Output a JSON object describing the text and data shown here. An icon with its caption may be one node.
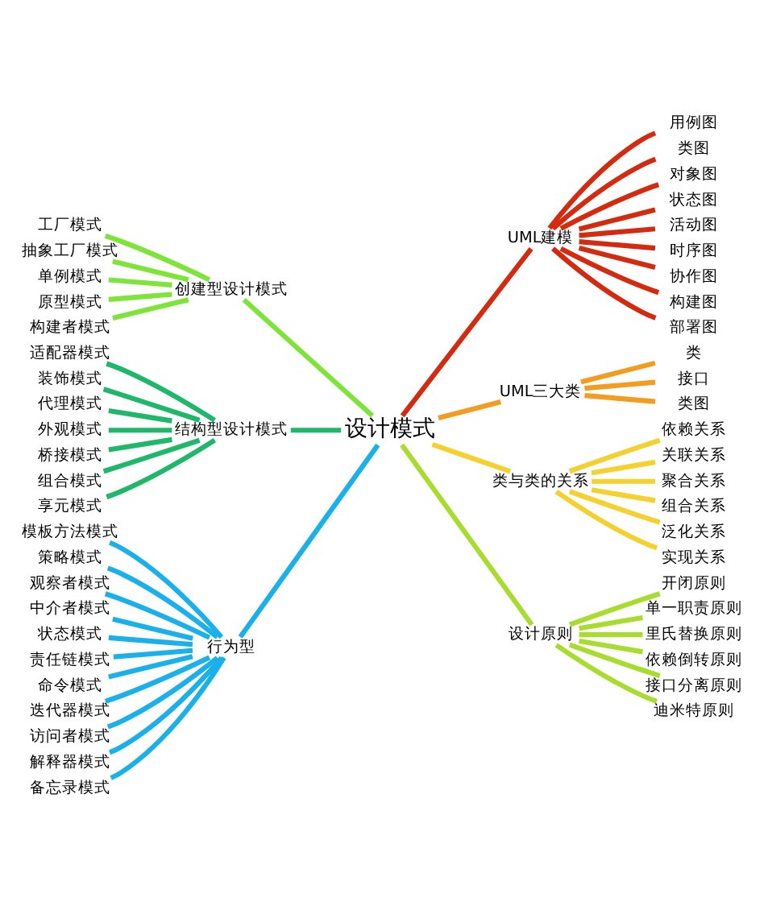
{
  "diagram": {
    "nodes": [
      {
        "text": [
          "设计模式"
        ]
      },
      {
        "text": [
          "创建型设计模式"
        ]
      },
      {
        "text": [
          "工厂模式"
        ]
      },
      {
        "text": [
          "抽象工厂模式"
        ]
      },
      {
        "text": [
          "单例模式"
        ]
      },
      {
        "text": [
          "原型模式"
        ]
      },
      {
        "text": [
          "构建者模式"
        ]
      },
      {
        "text": [
          "结构型设计模式"
        ]
      },
      {
        "text": [
          "适配器模式"
        ]
      },
      {
        "text": [
          "装饰模式"
        ]
      },
      {
        "text": [
          "代理模式"
        ]
      },
      {
        "text": [
          "外观模式"
        ]
      },
      {
        "text": [
          "桥接模式"
        ]
      },
      {
        "text": [
          "组合模式"
        ]
      },
      {
        "text": [
          "享元模式"
        ]
      },
      {
        "text": [
          "行为型"
        ]
      },
      {
        "text": [
          "模板方法模式"
        ]
      },
      {
        "text": [
          "策略模式"
        ]
      },
      {
        "text": [
          "观察者模式"
        ]
      },
      {
        "text": [
          "中介者模式"
        ]
      },
      {
        "text": [
          "状态模式"
        ]
      },
      {
        "text": [
          "责任链模式"
        ]
      },
      {
        "text": [
          "命令模式"
        ]
      },
      {
        "text": [
          "迭代器模式"
        ]
      },
      {
        "text": [
          "访问者模式"
        ]
      },
      {
        "text": [
          "解释器模式"
        ]
      },
      {
        "text": [
          "备忘录模式"
        ]
      },
      {
        "text": [
          "UML建模"
        ]
      },
      {
        "text": [
          "用例图"
        ]
      },
      {
        "text": [
          "类图"
        ]
      },
      {
        "text": [
          "对象图"
        ]
      },
      {
        "text": [
          "状态图"
        ]
      },
      {
        "text": [
          "活动图"
        ]
      },
      {
        "text": [
          "时序图"
        ]
      },
      {
        "text": [
          "协作图"
        ]
      },
      {
        "text": [
          "构建图"
        ]
      },
      {
        "text": [
          "部署图"
        ]
      },
      {
        "text": [
          "UML三大类"
        ]
      },
      {
        "text": [
          "类"
        ]
      },
      {
        "text": [
          "接口"
        ]
      },
      {
        "text": [
          "类图"
        ]
      },
      {
        "text": [
          "类与类的关系"
        ]
      },
      {
        "text": [
          "依赖关系"
        ]
      },
      {
        "text": [
          "关联关系"
        ]
      },
      {
        "text": [
          "聚合关系"
        ]
      },
      {
        "text": [
          "组合关系"
        ]
      },
      {
        "text": [
          "泛化关系"
        ]
      },
      {
        "text": [
          "实现关系"
        ]
      },
      {
        "text": [
          "设计原则"
        ]
      },
      {
        "text": [
          "开闭原则"
        ]
      },
      {
        "text": [
          "单一职责原则"
        ]
      },
      {
        "text": [
          "里氏替换原则"
        ]
      },
      {
        "text": [
          "依赖倒转原则"
        ]
      },
      {
        "text": [
          "接口分离原则"
        ]
      },
      {
        "text": [
          "迪米特原则"
        ]
      }
    ],
    "edges": [
      {
        "from": 0,
        "to": 1,
        "arrow": "none",
        "color": "#7ee43a"
      },
      {
        "from": 1,
        "to": 2,
        "arrow": "none",
        "color": "#7ee43a"
      },
      {
        "from": 1,
        "to": 3,
        "arrow": "none",
        "color": "#7ee43a"
      },
      {
        "from": 1,
        "to": 4,
        "arrow": "none",
        "color": "#7ee43a"
      },
      {
        "from": 1,
        "to": 5,
        "arrow": "none",
        "color": "#7ee43a"
      },
      {
        "from": 1,
        "to": 6,
        "arrow": "none",
        "color": "#7ee43a"
      },
      {
        "from": 0,
        "to": 7,
        "arrow": "none",
        "color": "#1fb86a"
      },
      {
        "from": 7,
        "to": 8,
        "arrow": "none",
        "color": "#1fb86a"
      },
      {
        "from": 7,
        "to": 9,
        "arrow": "none",
        "color": "#1fb86a"
      },
      {
        "from": 7,
        "to": 10,
        "arrow": "none",
        "color": "#1fb86a"
      },
      {
        "from": 7,
        "to": 11,
        "arrow": "none",
        "color": "#1fb86a"
      },
      {
        "from": 7,
        "to": 12,
        "arrow": "none",
        "color": "#1fb86a"
      },
      {
        "from": 7,
        "to": 13,
        "arrow": "none",
        "color": "#1fb86a"
      },
      {
        "from": 7,
        "to": 14,
        "arrow": "none",
        "color": "#1fb86a"
      },
      {
        "from": 0,
        "to": 15,
        "arrow": "none",
        "color": "#1ab0ea"
      },
      {
        "from": 15,
        "to": 16,
        "arrow": "none",
        "color": "#1ab0ea"
      },
      {
        "from": 15,
        "to": 17,
        "arrow": "none",
        "color": "#1ab0ea"
      },
      {
        "from": 15,
        "to": 18,
        "arrow": "none",
        "color": "#1ab0ea"
      },
      {
        "from": 15,
        "to": 19,
        "arrow": "none",
        "color": "#1ab0ea"
      },
      {
        "from": 15,
        "to": 20,
        "arrow": "none",
        "color": "#1ab0ea"
      },
      {
        "from": 15,
        "to": 21,
        "arrow": "none",
        "color": "#1ab0ea"
      },
      {
        "from": 15,
        "to": 22,
        "arrow": "none",
        "color": "#1ab0ea"
      },
      {
        "from": 15,
        "to": 23,
        "arrow": "none",
        "color": "#1ab0ea"
      },
      {
        "from": 15,
        "to": 24,
        "arrow": "none",
        "color": "#1ab0ea"
      },
      {
        "from": 15,
        "to": 25,
        "arrow": "none",
        "color": "#1ab0ea"
      },
      {
        "from": 15,
        "to": 26,
        "arrow": "none",
        "color": "#1ab0ea"
      },
      {
        "from": 0,
        "to": 27,
        "arrow": "none",
        "color": "#d42a10"
      },
      {
        "from": 27,
        "to": 28,
        "arrow": "none",
        "color": "#d42a10"
      },
      {
        "from": 27,
        "to": 29,
        "arrow": "none",
        "color": "#d42a10"
      },
      {
        "from": 27,
        "to": 30,
        "arrow": "none",
        "color": "#d42a10"
      },
      {
        "from": 27,
        "to": 31,
        "arrow": "none",
        "color": "#d42a10"
      },
      {
        "from": 27,
        "to": 32,
        "arrow": "none",
        "color": "#d42a10"
      },
      {
        "from": 27,
        "to": 33,
        "arrow": "none",
        "color": "#d42a10"
      },
      {
        "from": 27,
        "to": 34,
        "arrow": "none",
        "color": "#d42a10"
      },
      {
        "from": 27,
        "to": 35,
        "arrow": "none",
        "color": "#d42a10"
      },
      {
        "from": 27,
        "to": 36,
        "arrow": "none",
        "color": "#d42a10"
      },
      {
        "from": 0,
        "to": 37,
        "arrow": "none",
        "color": "#f39c1f"
      },
      {
        "from": 37,
        "to": 38,
        "arrow": "none",
        "color": "#f39c1f"
      },
      {
        "from": 37,
        "to": 39,
        "arrow": "none",
        "color": "#f39c1f"
      },
      {
        "from": 37,
        "to": 40,
        "arrow": "none",
        "color": "#f39c1f"
      },
      {
        "from": 0,
        "to": 41,
        "arrow": "none",
        "color": "#f5d130"
      },
      {
        "from": 41,
        "to": 42,
        "arrow": "none",
        "color": "#f5d130"
      },
      {
        "from": 41,
        "to": 43,
        "arrow": "none",
        "color": "#f5d130"
      },
      {
        "from": 41,
        "to": 44,
        "arrow": "none",
        "color": "#f5d130"
      },
      {
        "from": 41,
        "to": 45,
        "arrow": "none",
        "color": "#f5d130"
      },
      {
        "from": 41,
        "to": 46,
        "arrow": "none",
        "color": "#f5d130"
      },
      {
        "from": 41,
        "to": 47,
        "arrow": "none",
        "color": "#f5d130"
      },
      {
        "from": 0,
        "to": 48,
        "arrow": "none",
        "color": "#a8dc2f"
      },
      {
        "from": 48,
        "to": 49,
        "arrow": "none",
        "color": "#a8dc2f"
      },
      {
        "from": 48,
        "to": 50,
        "arrow": "none",
        "color": "#a8dc2f"
      },
      {
        "from": 48,
        "to": 51,
        "arrow": "none",
        "color": "#a8dc2f"
      },
      {
        "from": 48,
        "to": 52,
        "arrow": "none",
        "color": "#a8dc2f"
      },
      {
        "from": 48,
        "to": 53,
        "arrow": "none",
        "color": "#a8dc2f"
      },
      {
        "from": 48,
        "to": 54,
        "arrow": "none",
        "color": "#a8dc2f"
      }
    ]
  }
}
